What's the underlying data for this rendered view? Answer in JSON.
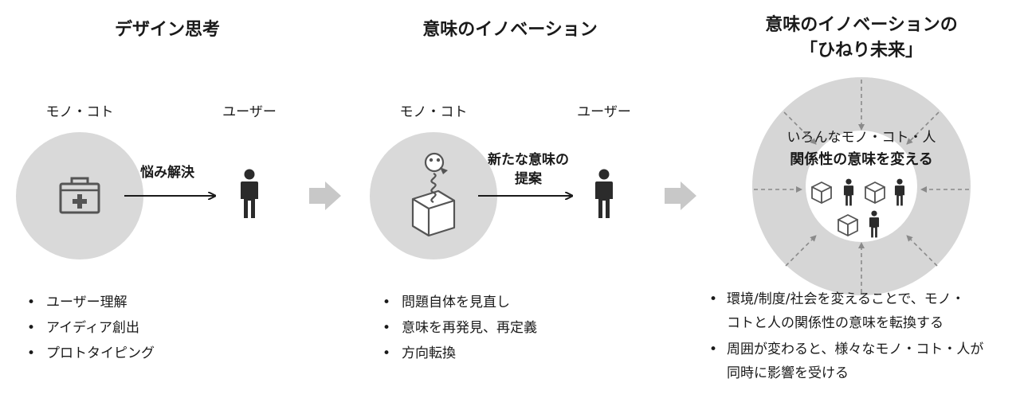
{
  "columns": [
    {
      "title": "デザイン思考",
      "left_label": "モノ・コト",
      "right_label": "ユーザー",
      "action_lines": [
        "悩み解決"
      ],
      "bullets": [
        "ユーザー理解",
        "アイディア創出",
        "プロトタイピング"
      ]
    },
    {
      "title": "意味のイノベーション",
      "left_label": "モノ・コト",
      "right_label": "ユーザー",
      "action_lines": [
        "新たな意味の",
        "提案"
      ],
      "bullets": [
        "問題自体を見直し",
        "意味を再発見、再定義",
        "方向転換"
      ]
    },
    {
      "title_lines": [
        "意味のイノベーションの",
        "「ひねり未来」"
      ],
      "ring_lines": [
        "いろんなモノ・コト・人",
        "関係性の意味を変える"
      ],
      "bullets": [
        [
          "環境/制度/社会を変えることで、モノ・",
          "コトと人の関係性の意味を転換する"
        ],
        [
          "周囲が変わると、様々なモノ・コト・人が",
          "同時に影響を受ける"
        ]
      ]
    }
  ],
  "bullet_marker": "•",
  "icons": [
    "first-aid-kit-icon",
    "person-icon",
    "jack-in-the-box-icon",
    "box-icon"
  ],
  "colors": {
    "circle_fill": "#d9d9d9",
    "ring_fill": "#d6d6d6",
    "icon_stroke": "#555555",
    "figure_fill": "#2b2b2b",
    "arrow_gray": "#c8c8c8",
    "dashed_arrow": "#8a8a8a"
  }
}
